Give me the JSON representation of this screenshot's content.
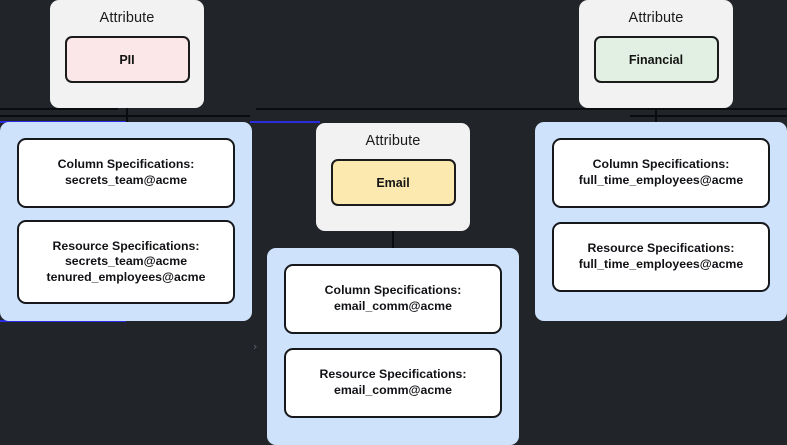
{
  "diagram": {
    "background_color": "#212429",
    "panel_color": "#cfe2fb",
    "card_color": "#f2f2f2",
    "accent_line_color": "#2b2be0"
  },
  "attributes": [
    {
      "title": "Attribute",
      "badge_label": "PII",
      "badge_color": "#fbe7e7"
    },
    {
      "title": "Attribute",
      "badge_label": "Email",
      "badge_color": "#fce9b0"
    },
    {
      "title": "Attribute",
      "badge_label": "Financial",
      "badge_color": "#e1f0e3"
    }
  ],
  "panels": [
    {
      "boxes": [
        {
          "heading": "Column Specifications:",
          "lines": [
            "secrets_team@acme"
          ]
        },
        {
          "heading": "Resource Specifications:",
          "lines": [
            "secrets_team@acme",
            "tenured_employees@acme"
          ]
        }
      ]
    },
    {
      "boxes": [
        {
          "heading": "Column Specifications:",
          "lines": [
            "email_comm@acme"
          ]
        },
        {
          "heading": "Resource Specifications:",
          "lines": [
            "email_comm@acme"
          ]
        }
      ]
    },
    {
      "boxes": [
        {
          "heading": "Column Specifications:",
          "lines": [
            "full_time_employees@acme"
          ]
        },
        {
          "heading": "Resource Specifications:",
          "lines": [
            "full_time_employees@acme"
          ]
        }
      ]
    }
  ],
  "markers": {
    "collapse_chevron": "›"
  }
}
